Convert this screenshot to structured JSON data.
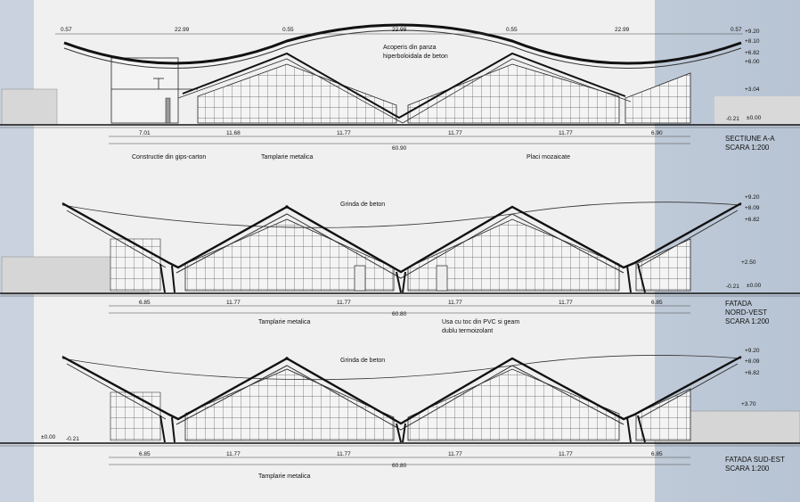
{
  "section_aa": {
    "top_dims": [
      "0.57",
      "22.99",
      "0.55",
      "22.99",
      "0.55",
      "22.99",
      "0.57"
    ],
    "roof_note_1": "Acoperis din panza",
    "roof_note_2": "hiperboloidala de beton",
    "levels": [
      "+9.20",
      "+8.10",
      "+6.82",
      "+6.00",
      "+3.04",
      "-0.21",
      "±0.00"
    ],
    "bottom_dims": [
      "7.01",
      "11.68",
      "11.77",
      "11.77",
      "11.77",
      "6.90"
    ],
    "total": "60.90",
    "notes": [
      "Constructie din gips-carton",
      "Tamplarie metalica",
      "Placi mozaicate"
    ],
    "title_1": "SECTIUNE A-A",
    "title_2": "SCARA 1:200"
  },
  "facade_nv": {
    "beam_note": "Grinda de beton",
    "levels": [
      "+9.20",
      "+8.09",
      "+6.82",
      "+2.50",
      "-0.21",
      "±0.00"
    ],
    "bottom_dims": [
      "6.85",
      "11.77",
      "11.77",
      "11.77",
      "11.77",
      "6.85"
    ],
    "total": "60.80",
    "notes": [
      "Tamplarie metalica",
      "Usa cu toc din PVC si geam",
      "dublu termoizolant"
    ],
    "title_1": "FATADA",
    "title_2": "NORD-VEST",
    "title_3": "SCARA 1:200"
  },
  "facade_se": {
    "beam_note": "Grinda de beton",
    "levels": [
      "+9.20",
      "+8.09",
      "+6.82",
      "+3.70",
      "±0.00",
      "-0.21"
    ],
    "bottom_dims": [
      "6.85",
      "11.77",
      "11.77",
      "11.77",
      "11.77",
      "6.85"
    ],
    "total": "60.80",
    "notes": [
      "Tamplarie metalica"
    ],
    "title_1": "FATADA SUD-EST",
    "title_2": "SCARA 1:200"
  }
}
